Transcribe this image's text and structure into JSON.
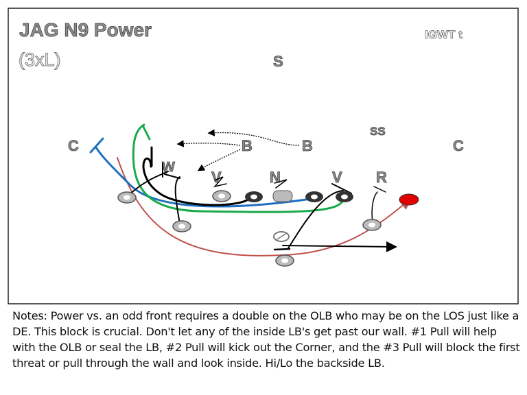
{
  "title": "JAG N9 Power",
  "formation": "(3xL)",
  "tag": "IGWT t",
  "defense": {
    "S": "S",
    "SS": "SS",
    "C_left": "C",
    "C_right": "C",
    "B1": "B",
    "B2": "B",
    "W": "W",
    "V1": "V",
    "N": "N",
    "V2": "V",
    "R": "R"
  },
  "colors": {
    "path_blue": "#1f6fc0",
    "path_green": "#1aaa4a",
    "path_red": "#c0504d",
    "path_black": "#000000",
    "ball_carrier": "#e00000"
  },
  "notes": "Notes: Power vs. an odd front requires a double on the OLB who may be on the LOS just like a DE.  This block is crucial.  Don't let any of the inside LB's get past our wall. #1 Pull will help with the OLB or seal the LB, #2 Pull will kick out the Corner, and the #3 Pull will block the first threat or pull through the wall and look inside. Hi/Lo the backside LB."
}
